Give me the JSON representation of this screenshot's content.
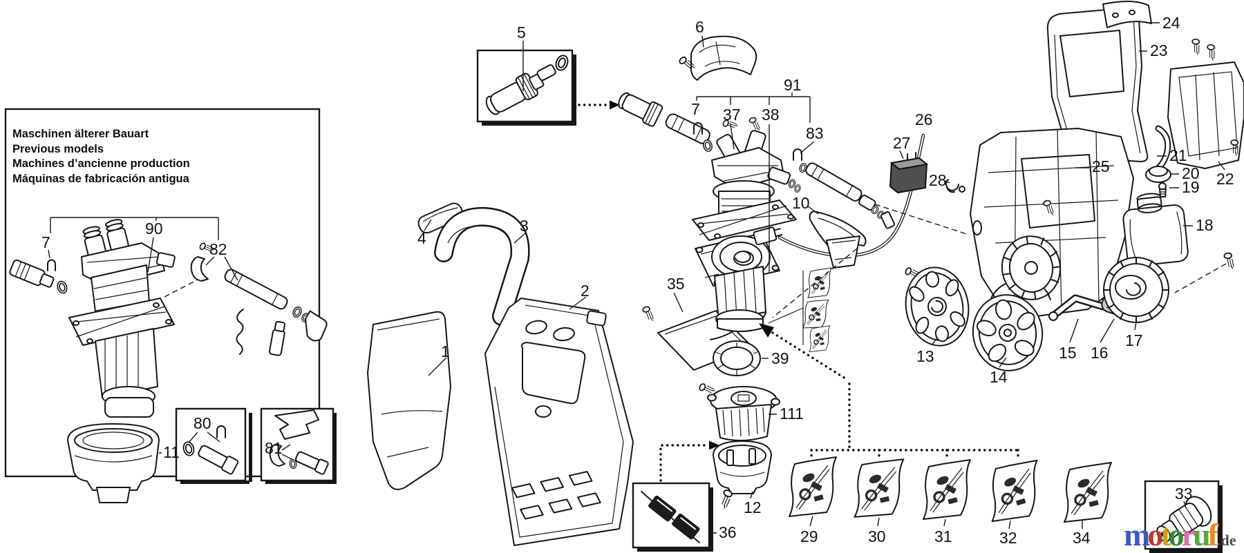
{
  "info_box": {
    "line1": "Maschinen älterer Bauart",
    "line2": "Previous models",
    "line3": "Machines d’ancienne production",
    "line4": "Máquinas de fabricación antigua"
  },
  "part_labels": {
    "1": "1",
    "2": "2",
    "3": "3",
    "4": "4",
    "5": "5",
    "6": "6",
    "7": "7",
    "10": "10",
    "11": "11",
    "12": "12",
    "13": "13",
    "14": "14",
    "15": "15",
    "16": "16",
    "17": "17",
    "18": "18",
    "19": "19",
    "20": "20",
    "21": "21",
    "22": "22",
    "23": "23",
    "24": "24",
    "25": "25",
    "26": "26",
    "27": "27",
    "28": "28",
    "29": "29",
    "30": "30",
    "31": "31",
    "32": "32",
    "33": "33",
    "34": "34",
    "35": "35",
    "36": "36",
    "37": "37",
    "38": "38",
    "39": "39",
    "80": "80",
    "81": "81",
    "82": "82",
    "83": "83",
    "90": "90",
    "91": "91",
    "111": "111"
  },
  "logo": {
    "letters": [
      {
        "char": "m",
        "style": "color:#3c58c0"
      },
      {
        "char": "o",
        "style": "color:#c0392b"
      },
      {
        "char": "t",
        "style": "color:#d4a017"
      },
      {
        "char": "o",
        "style": "color:#2e8b3c"
      },
      {
        "char": "r",
        "style": "color:#e06ca8"
      },
      {
        "char": "u",
        "style": "color:#5aa73e"
      },
      {
        "char": "f",
        "style": "color:#e88a25"
      }
    ],
    "suffix": ".de",
    "suffix_style": "color:#4a4a4a"
  },
  "colors": {
    "line": "#161616",
    "background": "#ffffff",
    "brush_fill": "#1c1c1c"
  }
}
